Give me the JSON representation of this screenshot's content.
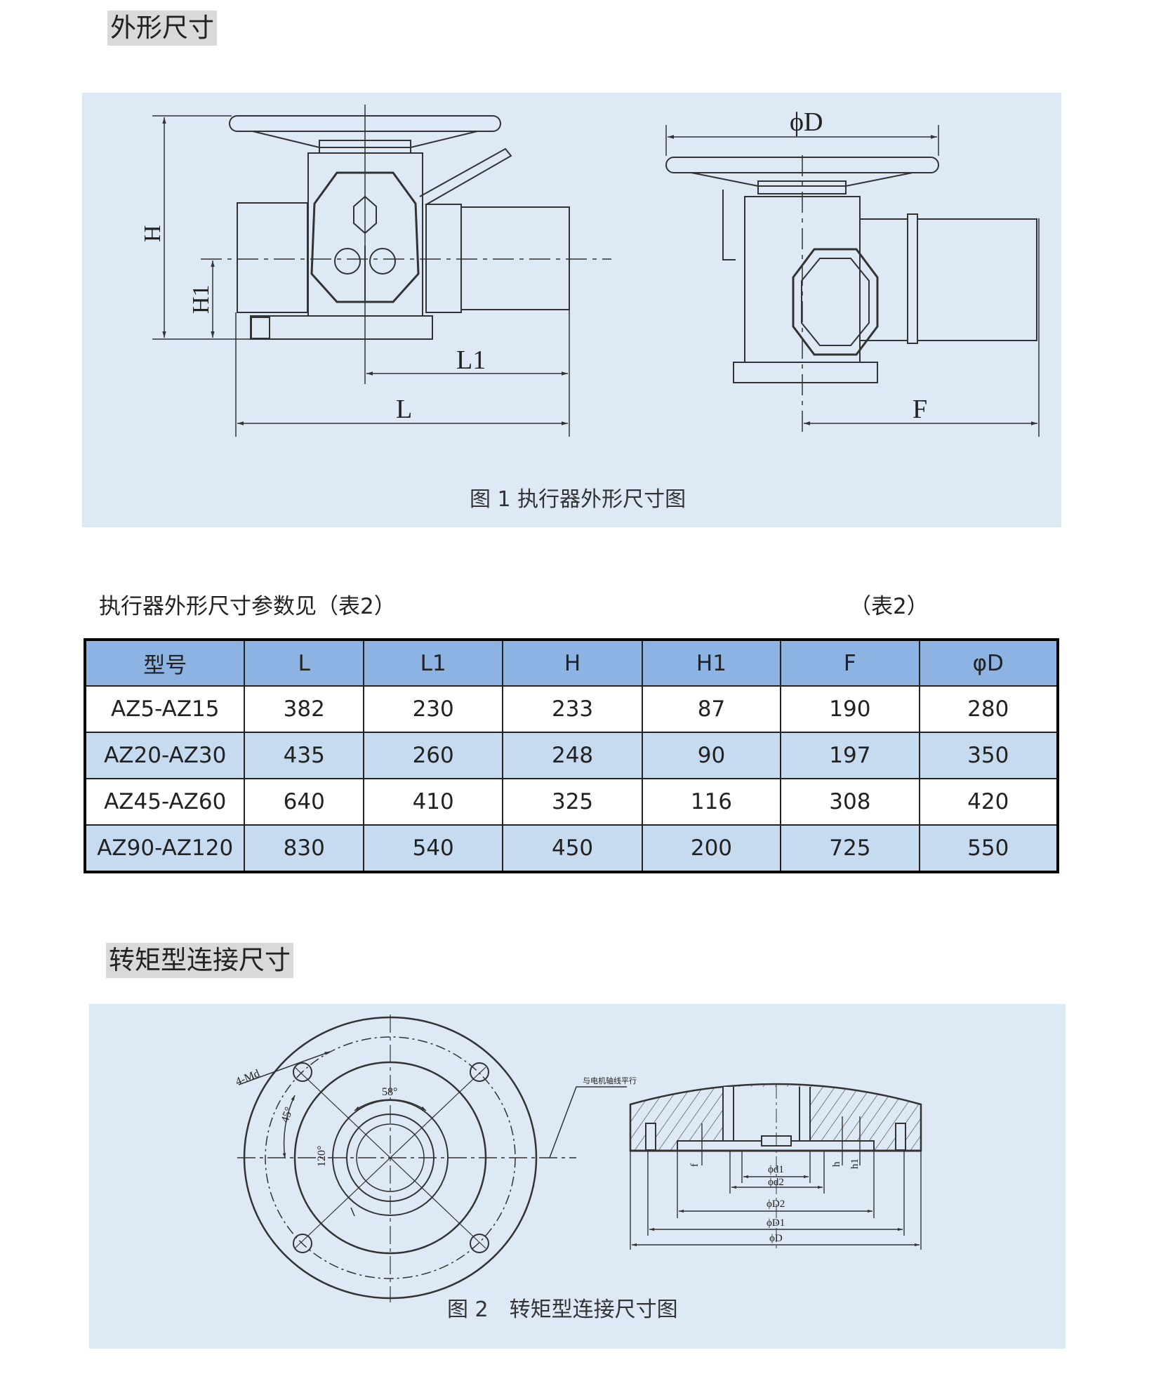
{
  "section1": {
    "title": "外形尺寸",
    "figure_caption": "图 1 执行器外形尺寸图",
    "labels": {
      "H": "H",
      "H1": "H1",
      "L1": "L1",
      "L": "L",
      "phiD": "ϕD",
      "F": "F"
    }
  },
  "table_intro": {
    "text": "执行器外形尺寸参数见（表2）",
    "ref": "（表2）"
  },
  "table": {
    "headers": [
      "型号",
      "L",
      "L1",
      "H",
      "H1",
      "F",
      "φD"
    ],
    "rows": [
      [
        "AZ5-AZ15",
        "382",
        "230",
        "233",
        "87",
        "190",
        "280"
      ],
      [
        "AZ20-AZ30",
        "435",
        "260",
        "248",
        "90",
        "197",
        "350"
      ],
      [
        "AZ45-AZ60",
        "640",
        "410",
        "325",
        "116",
        "308",
        "420"
      ],
      [
        "AZ90-AZ120",
        "830",
        "540",
        "450",
        "200",
        "725",
        "550"
      ]
    ]
  },
  "section2": {
    "title": "转矩型连接尺寸",
    "figure_caption": "图 2　转矩型连接尺寸图",
    "labels": {
      "md": "4-Md",
      "a58": "58°",
      "a45": "45°",
      "a120": "120°",
      "parallel_note": "与电机轴线平行",
      "d1": "ϕd1",
      "d2": "ϕd2",
      "D2": "ϕD2",
      "D1": "ϕD1",
      "D": "ϕD",
      "f": "f",
      "h": "h",
      "h1": "h1"
    }
  },
  "colors": {
    "panel_bg": "#dde9f5",
    "header_bg": "#8db3e2",
    "alt_row_bg": "#c6daf0",
    "title_bg": "#d9d9d9"
  }
}
